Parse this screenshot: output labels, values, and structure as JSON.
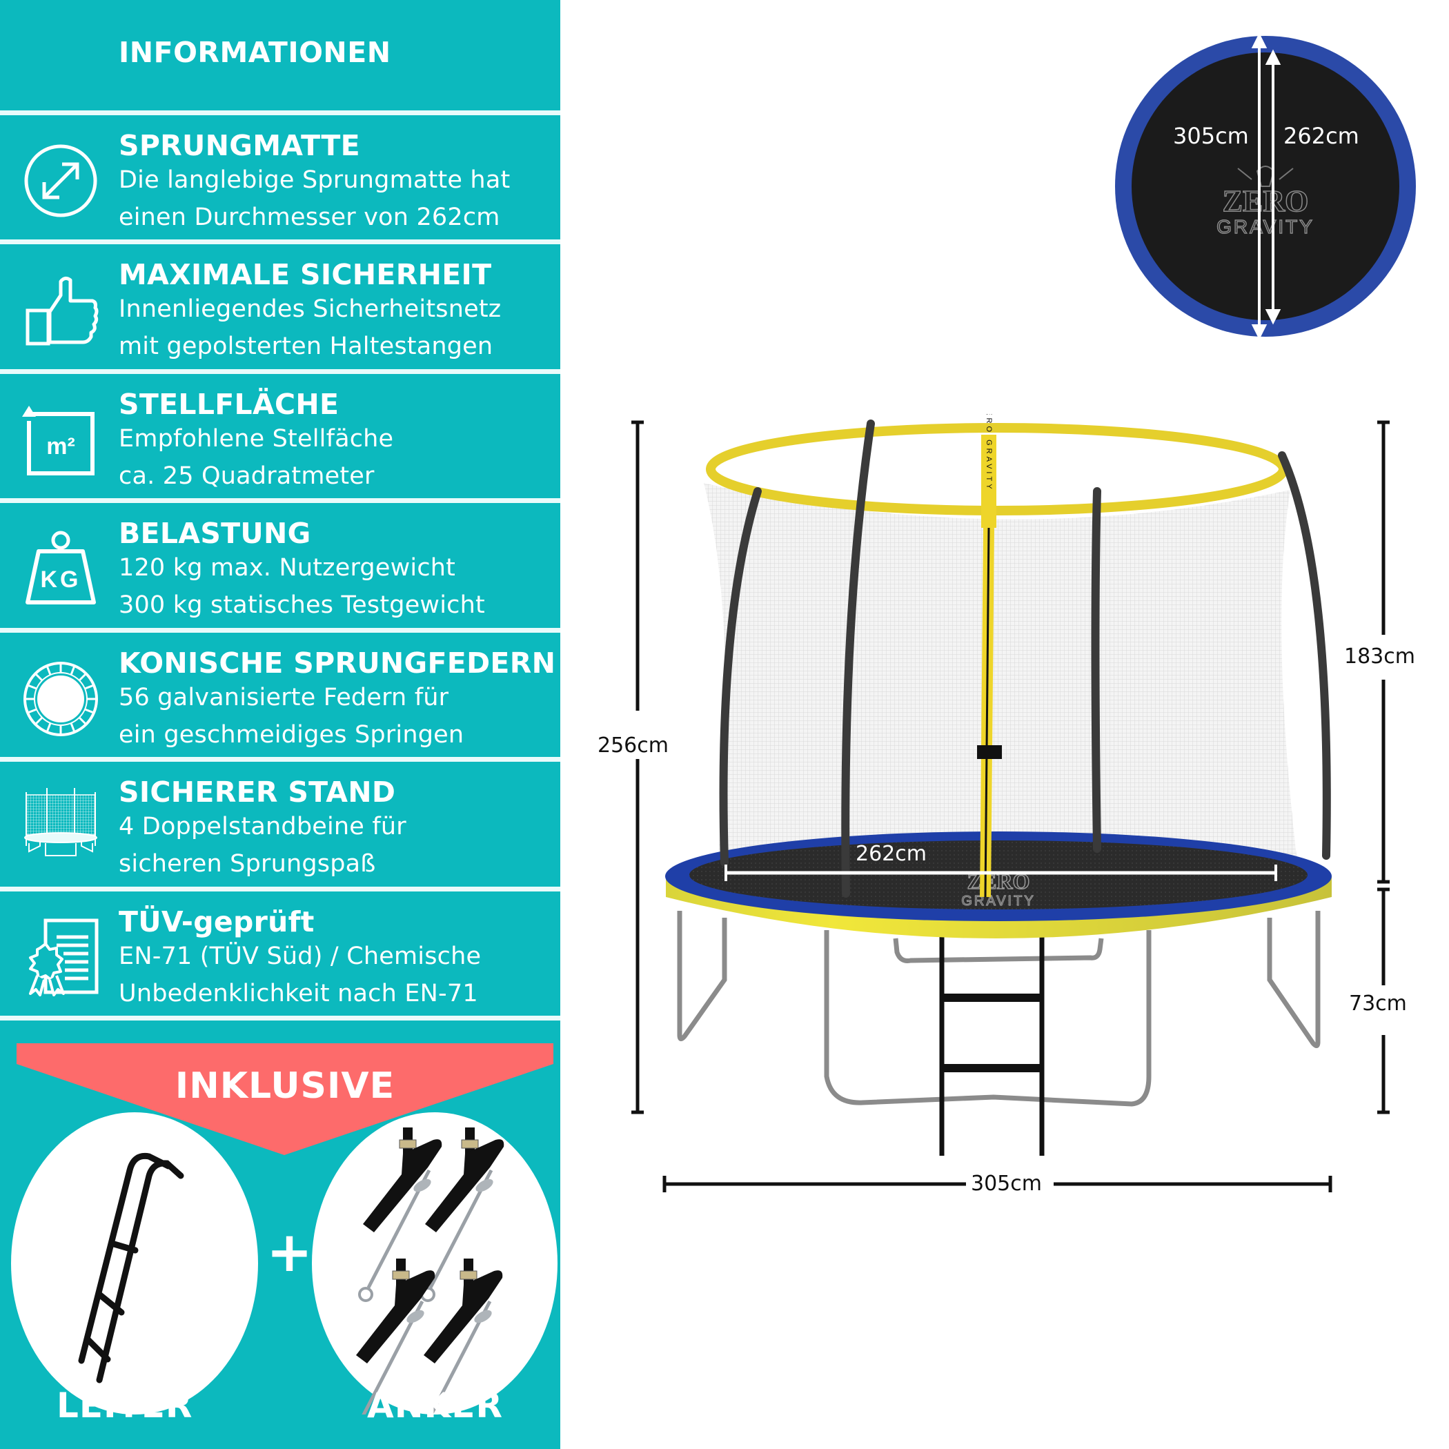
{
  "left_panel": {
    "header": "INFORMATIONEN",
    "background_color": "#0cb9be",
    "features": [
      {
        "icon": "diameter-arrow-icon",
        "title": "SPRUNGMATTE",
        "lines": [
          "Die langlebige Sprungmatte hat",
          "einen Durchmesser von 262cm"
        ]
      },
      {
        "icon": "thumbs-up-icon",
        "title": "MAXIMALE SICHERHEIT",
        "lines": [
          "Innenliegendes Sicherheitsnetz",
          "mit gepolsterten Haltestangen"
        ]
      },
      {
        "icon": "area-m2-icon",
        "title": "STELLFLÄCHE",
        "lines": [
          "Empfohlene Stellfäche",
          "ca. 25 Quadratmeter"
        ]
      },
      {
        "icon": "kg-weight-icon",
        "title": "BELASTUNG",
        "lines": [
          "120 kg max. Nutzergewicht",
          "300 kg statisches Testgewicht"
        ]
      },
      {
        "icon": "springs-ring-icon",
        "title": "KONISCHE SPRUNGFEDERN",
        "lines": [
          "56 galvanisierte Federn für",
          "ein geschmeidiges Springen"
        ]
      },
      {
        "icon": "trampoline-outline-icon",
        "title": "SICHERER STAND",
        "lines": [
          "4 Doppelstandbeine für",
          "sicheren Sprungspaß"
        ]
      },
      {
        "icon": "certificate-icon",
        "title": "TÜV-geprüft",
        "lines": [
          "EN-71 (TÜV Süd) / Chemische",
          "Unbedenklichkeit nach EN-71"
        ]
      }
    ],
    "inklusive": {
      "banner": "INKLUSIVE",
      "banner_color": "#fd6b6b",
      "plus": "+",
      "items": [
        {
          "label": "LEITER",
          "image": "ladder"
        },
        {
          "label": "ANKER",
          "image": "anchor-kit"
        }
      ]
    }
  },
  "top_view": {
    "outer_label": "305cm",
    "inner_label": "262cm",
    "logo_line1": "ZERO",
    "logo_line2": "GRAVITY",
    "pad_color": "#2b4aa8",
    "mat_color": "#1b1b1b"
  },
  "side_view": {
    "total_height": "256cm",
    "net_height": "183cm",
    "frame_height": "73cm",
    "mat_width": "262cm",
    "outer_width": "305cm",
    "pole_sleeve_text": "ZERO GRAVITY",
    "mat_logo_line1": "ZERO",
    "mat_logo_line2": "GRAVITY",
    "colors": {
      "pad": "#1f3fa8",
      "frame_skirt": "#e5df3a",
      "top_ring": "#e5cf2c",
      "poles": "#3a3a3a",
      "legs": "#8b8b8b"
    }
  }
}
